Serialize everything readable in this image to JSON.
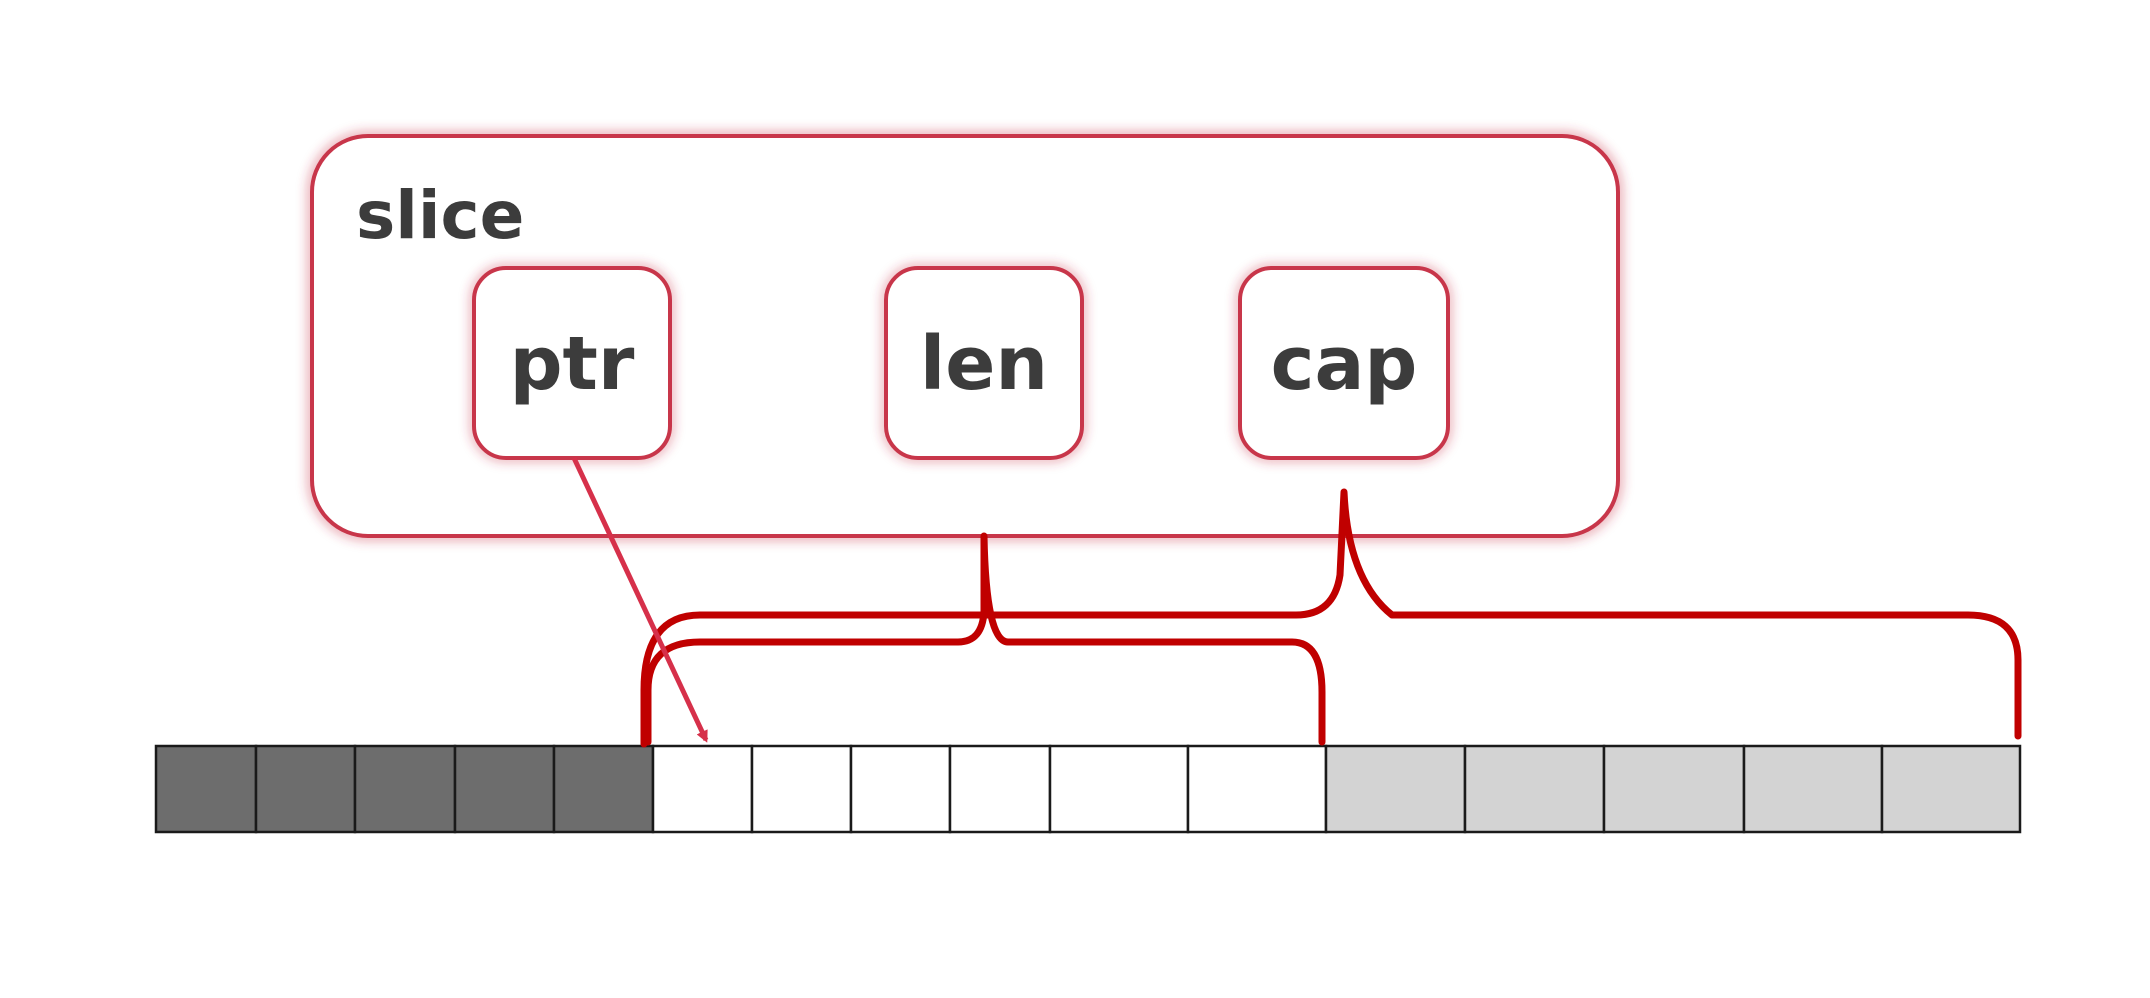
{
  "slice": {
    "title": "slice",
    "fields": [
      {
        "key": "ptr",
        "label": "ptr"
      },
      {
        "key": "len",
        "label": "len"
      },
      {
        "key": "cap",
        "label": "cap"
      }
    ]
  },
  "array": {
    "cells": [
      {
        "state": "before-slice"
      },
      {
        "state": "before-slice"
      },
      {
        "state": "before-slice"
      },
      {
        "state": "before-slice"
      },
      {
        "state": "before-slice"
      },
      {
        "state": "in-len"
      },
      {
        "state": "in-len"
      },
      {
        "state": "in-len"
      },
      {
        "state": "in-len"
      },
      {
        "state": "in-len"
      },
      {
        "state": "in-len"
      },
      {
        "state": "in-cap-only"
      },
      {
        "state": "in-cap-only"
      },
      {
        "state": "in-cap-only"
      },
      {
        "state": "in-cap-only"
      },
      {
        "state": "in-cap-only"
      }
    ]
  },
  "colors": {
    "accent": "#c8102e",
    "border_red": "#c8364a",
    "text": "#3c3c3c",
    "before-slice": "#6d6d6d",
    "in-len": "#ffffff",
    "in-cap-only": "#d3d3d3",
    "cell_stroke": "#1a1a1a"
  }
}
